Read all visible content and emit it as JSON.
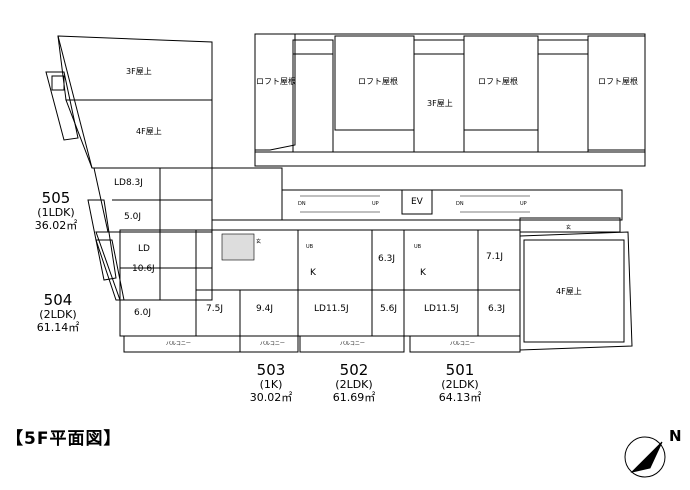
{
  "title": "【5F平面図】",
  "north": "N",
  "units": [
    {
      "no": "505",
      "type": "(1LDK)",
      "area": "36.02㎡"
    },
    {
      "no": "504",
      "type": "(2LDK)",
      "area": "61.14㎡"
    },
    {
      "no": "503",
      "type": "(1K)",
      "area": "30.02㎡"
    },
    {
      "no": "502",
      "type": "(2LDK)",
      "area": "61.69㎡"
    },
    {
      "no": "501",
      "type": "(2LDK)",
      "area": "64.13㎡"
    }
  ],
  "roofs": {
    "r3f_left": "3F屋上",
    "r4f_left": "4F屋上",
    "r3f_center": "3F屋上",
    "r4f_right": "4F屋上",
    "loft": "ロフト屋根"
  },
  "rooms": {
    "ldk505": "LD8.3J",
    "j505": "5.0J",
    "ld504": "LD",
    "ld504_size": "10.6J",
    "j504": "6.0J",
    "j503a": "7.5J",
    "j503b": "9.4J",
    "ld502": "LD11.5J",
    "j502a": "5.6J",
    "j502b": "6.3J",
    "ld501": "LD11.5J",
    "j501a": "6.3J",
    "j501b": "7.1J",
    "k": "K",
    "ev": "EV"
  },
  "balcony": "バルコニー",
  "balcony_short": "バルコ二ー",
  "misc": {
    "dn": "DN",
    "up": "UP",
    "ub": "UB",
    "gen": "玄"
  }
}
